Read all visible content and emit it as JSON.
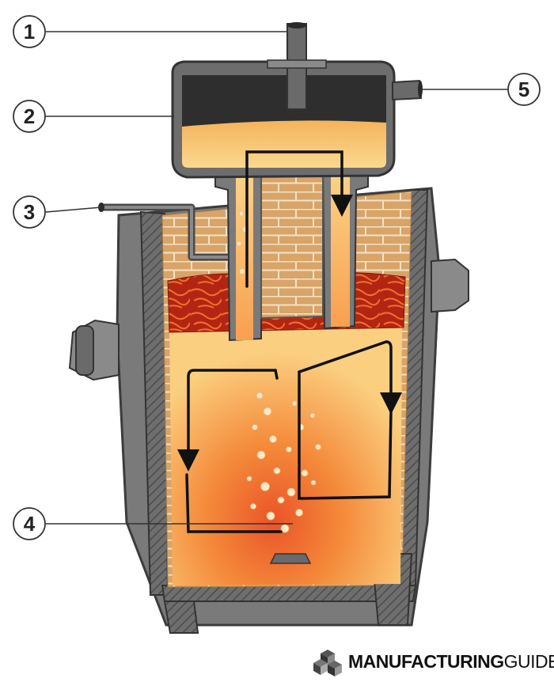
{
  "callouts": [
    {
      "label": "1"
    },
    {
      "label": "2"
    },
    {
      "label": "3"
    },
    {
      "label": "4"
    },
    {
      "label": "5"
    }
  ],
  "brand": {
    "bold": "MANUFACTURING",
    "light": "GUIDE"
  },
  "colors": {
    "steel": "#7a7a7a",
    "steel_dark": "#4a4a4a",
    "brick": "#d9a66a",
    "lining": "#e8c79a",
    "melt_light": "#fbd88a",
    "melt_hot": "#e8522a",
    "slag": "#c8321a",
    "arrow": "#111111"
  }
}
